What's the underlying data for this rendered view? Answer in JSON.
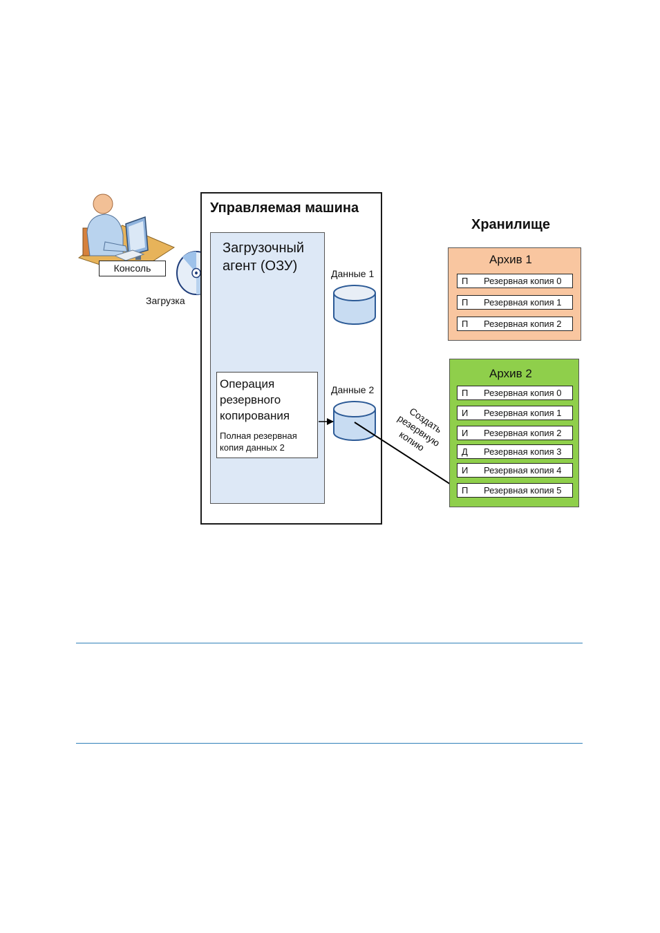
{
  "managed_machine": {
    "title": "Управляемая машина",
    "agent_title": "Загрузочный агент (ОЗУ)",
    "operation_title": "Операция резервного копирования",
    "operation_subtitle": "Полная резервная копия данных 2",
    "data1_label": "Данные 1",
    "data2_label": "Данные 2"
  },
  "console": {
    "label": "Консоль",
    "load_label": "Загрузка"
  },
  "arrow_label": "Создать резервную копию",
  "storage": {
    "title": "Хранилище",
    "archives": [
      {
        "title": "Архив 1",
        "color": "#f9c6a0",
        "rows": [
          {
            "type": "П",
            "label": "Резервная копия 0"
          },
          {
            "type": "П",
            "label": "Резервная копия 1"
          },
          {
            "type": "П",
            "label": "Резервная копия 2"
          }
        ]
      },
      {
        "title": "Архив 2",
        "color": "#8fcf4b",
        "rows": [
          {
            "type": "П",
            "label": "Резервная копия 0"
          },
          {
            "type": "И",
            "label": "Резервная копия 1"
          },
          {
            "type": "И",
            "label": "Резервная копия 2"
          },
          {
            "type": "Д",
            "label": "Резервная копия 3"
          },
          {
            "type": "И",
            "label": "Резервная копия 4"
          },
          {
            "type": "П",
            "label": "Резервная копия 5"
          }
        ]
      }
    ]
  },
  "colors": {
    "agent_fill": "#dde8f6",
    "disk_fill": "#c8dcf2",
    "rule": "#2e7fb8"
  }
}
